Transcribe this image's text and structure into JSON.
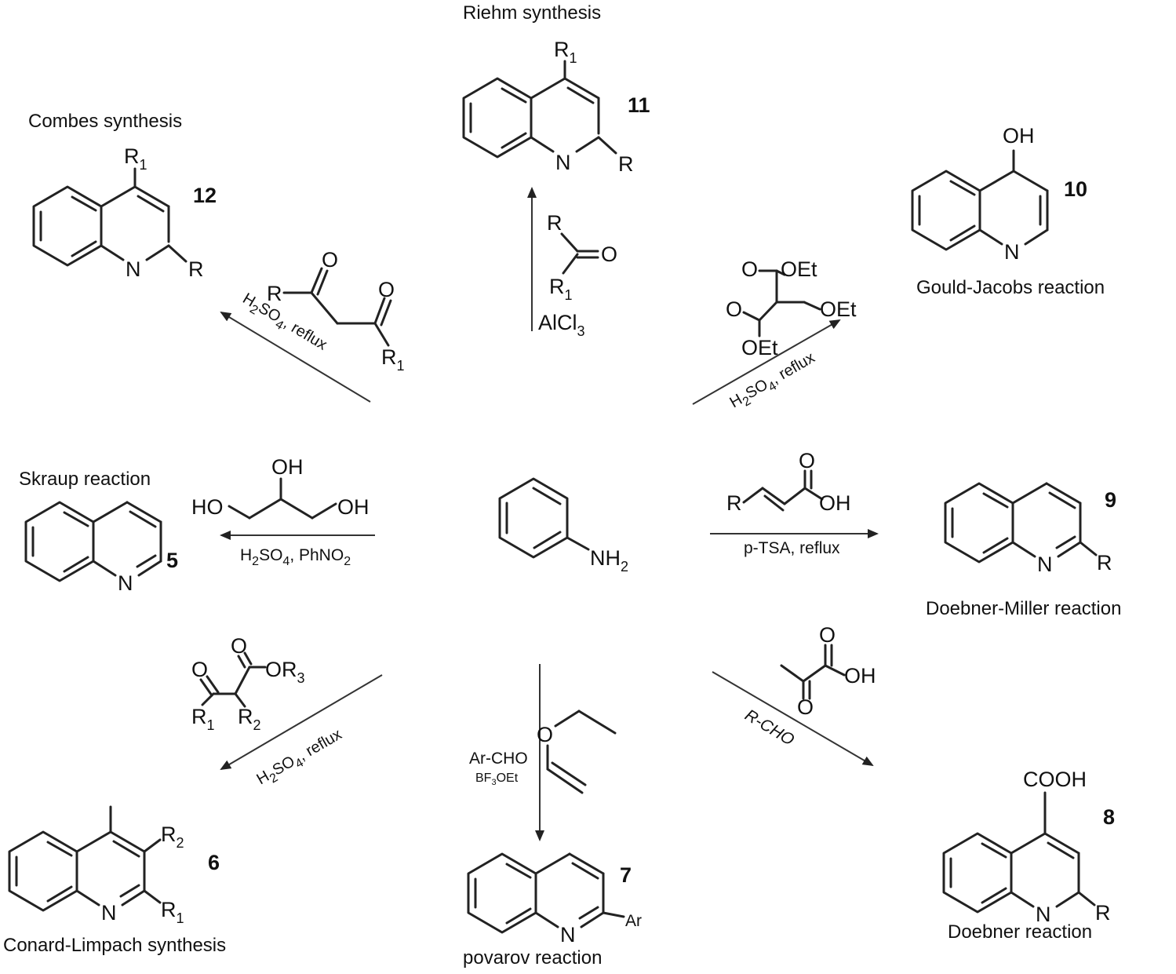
{
  "reactions": {
    "riehm": {
      "title": "Riehm synthesis",
      "number": "11",
      "reagent": "AlCl",
      "reagent_sub": "3"
    },
    "combes": {
      "title": "Combes synthesis",
      "number": "12",
      "condition": "H",
      "condition_sub1": "2",
      "condition_mid": "SO",
      "condition_sub2": "4",
      "condition_tail": ", reflux"
    },
    "gould": {
      "title": "Gould-Jacobs reaction",
      "number": "10",
      "condition": "H",
      "condition_sub1": "2",
      "condition_mid": "SO",
      "condition_sub2": "4",
      "condition_tail": ", reflux"
    },
    "skraup": {
      "title": "Skraup reaction",
      "number": "5",
      "condition": "H",
      "condition_sub1": "2",
      "condition_mid": "SO",
      "condition_sub2": "4",
      "condition_tail": ", PhNO",
      "condition_sub3": "2"
    },
    "doebner_miller": {
      "title": "Doebner-Miller reaction",
      "number": "9",
      "condition": "p-TSA, reflux"
    },
    "conrad": {
      "title": "Conard-Limpach synthesis",
      "number": "6",
      "condition": "H",
      "condition_sub1": "2",
      "condition_mid": "SO",
      "condition_sub2": "4",
      "condition_tail": ", reflux"
    },
    "povarov": {
      "title": "povarov reaction",
      "number": "7",
      "reagent1": "Ar-CHO",
      "reagent2": "BF",
      "reagent2_sub": "3",
      "reagent2_tail": "OEt"
    },
    "doebner": {
      "title": "Doebner reaction",
      "number": "8",
      "reagent": "R-CHO"
    }
  },
  "labels": {
    "R": "R",
    "R1": "R",
    "sub1": "1",
    "sub2": "2",
    "sub3": "3",
    "N": "N",
    "O": "O",
    "OH": "OH",
    "HO": "HO",
    "OEt": "OEt",
    "NH": "NH",
    "Ar": "Ar",
    "COOH": "COOH",
    "OR": "OR"
  }
}
